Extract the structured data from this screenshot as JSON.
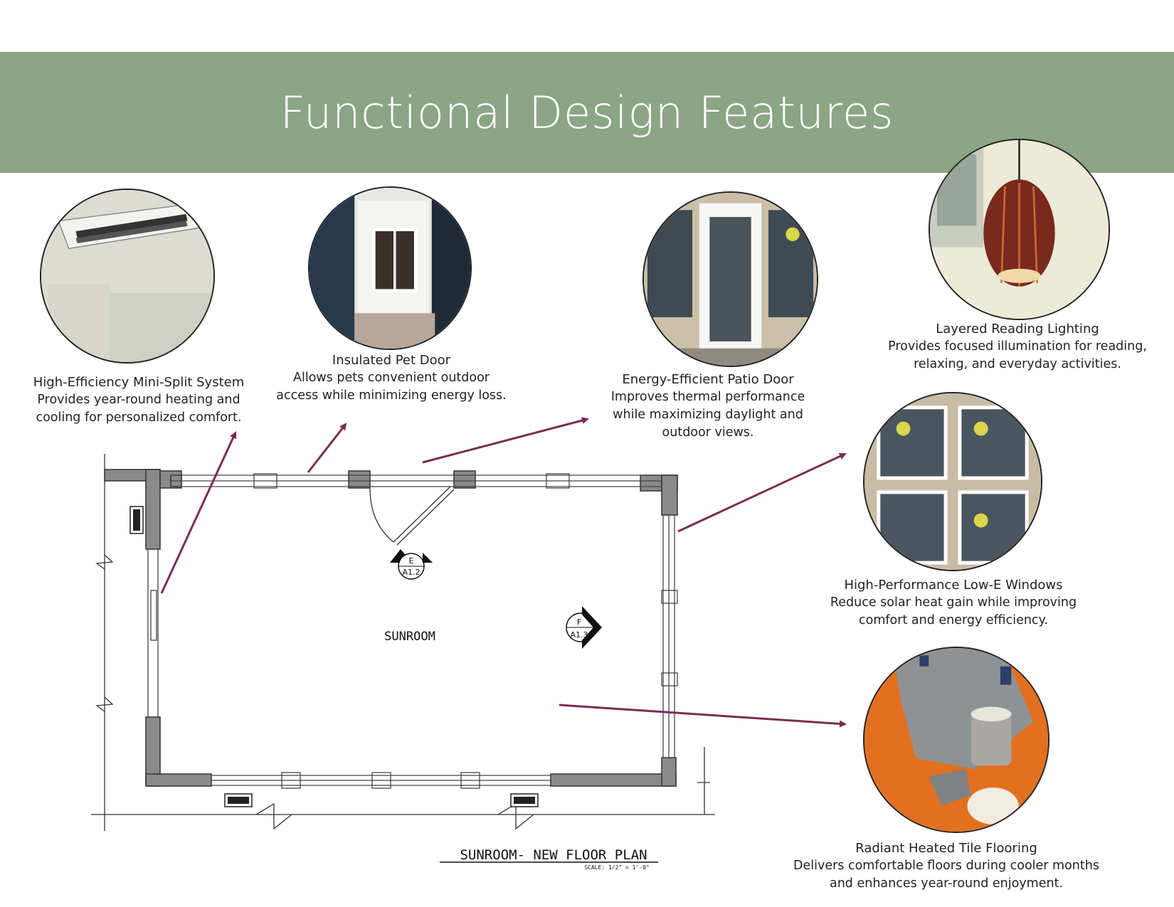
{
  "header": {
    "title": "Functional Design Features"
  },
  "features": [
    {
      "title": "High-Efficiency Mini-Split System",
      "line1": "Provides year-round heating and",
      "line2": "cooling for personalized comfort.",
      "photo_icon": "mini-split-unit"
    },
    {
      "title": "Insulated Pet Door",
      "line1": "Allows pets convenient outdoor",
      "line2": "access while minimizing energy loss.",
      "photo_icon": "pet-door"
    },
    {
      "title": "Energy-Efficient Patio Door",
      "line1": "Improves thermal performance",
      "line2": "while maximizing daylight and",
      "line3": "outdoor views.",
      "photo_icon": "patio-door"
    },
    {
      "title": "Layered Reading Lighting",
      "line1": "Provides focused illumination for reading,",
      "line2": "relaxing, and everyday activities.",
      "photo_icon": "pendant-lamp"
    },
    {
      "title": "High-Performance Low-E Windows",
      "line1": "Reduce solar heat gain while improving",
      "line2": "comfort and energy efficiency.",
      "photo_icon": "windows"
    },
    {
      "title": "Radiant Heated Tile Flooring",
      "line1": "Delivers comfortable floors during cooler months",
      "line2": "and enhances year-round enjoyment.",
      "photo_icon": "tile-floor"
    }
  ],
  "plan": {
    "room_label": "SUNROOM",
    "title": "SUNROOM- NEW FLOOR PLAN",
    "scale": "SCALE:  1/2\" = 1'-0\"",
    "marker_e_top": "E",
    "marker_e_bottom": "A1.2",
    "marker_f_top": "F",
    "marker_f_bottom": "A1.3"
  },
  "colors": {
    "banner": "#8ba585",
    "arrow": "#7a2d55",
    "wall": "#8a8a8a"
  }
}
